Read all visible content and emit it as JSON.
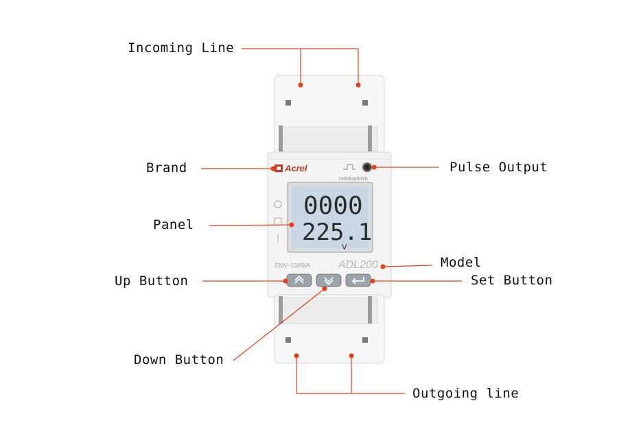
{
  "callouts": {
    "incoming_line": "Incoming Line",
    "brand": "Brand",
    "panel": "Panel",
    "up_button": "Up Button",
    "down_button": "Down Button",
    "pulse_output": "Pulse Output",
    "model": "Model",
    "set_button": "Set Button",
    "outgoing_line": "Outgoing line"
  },
  "device": {
    "brand_name": "Acrel",
    "pulse_constant": "1600imp/kWh",
    "lcd_line1": "0000",
    "lcd_line2": "225.1",
    "lcd_unit": "V",
    "rating": "220V~10(60)A",
    "model": "ADL200"
  },
  "colors": {
    "leader": "#e2401c",
    "housing": "#f4f4f4",
    "lcd": "#c9d6e3"
  }
}
